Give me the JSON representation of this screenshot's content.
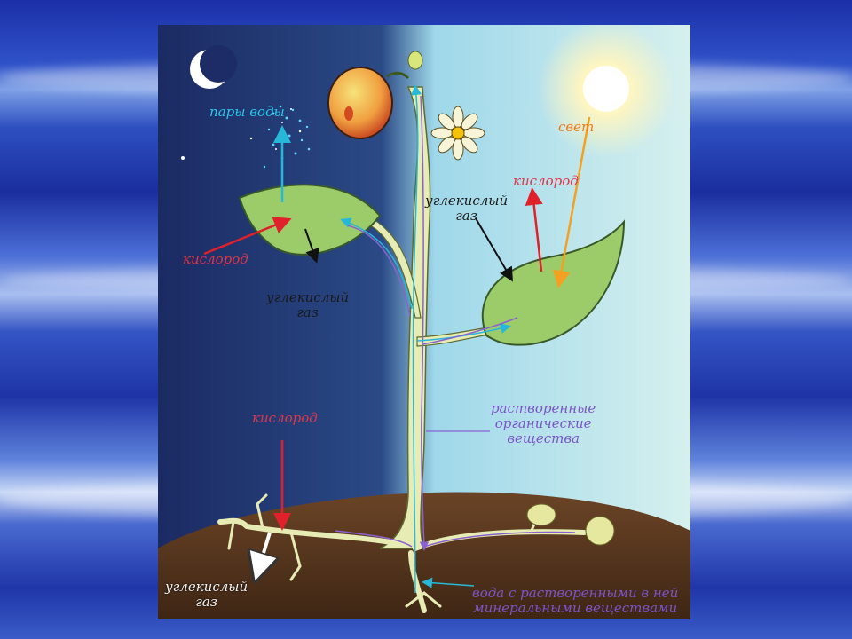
{
  "diagram": {
    "labels": {
      "water_vapor": "пары воды",
      "oxygen_night": "кислород",
      "co2_night": "углекислый\nгаз",
      "co2_day": "углекислый\nгаз",
      "light": "свет",
      "oxygen_day": "кислород",
      "oxygen_soil": "кислород",
      "organic": "растворенные\nорганические\nвещества",
      "co2_root": "углекислый\nгаз",
      "water_minerals": "вода с растворенными в ней\nминеральными веществами"
    },
    "colors": {
      "night_sky": "#1e2f6e",
      "day_sky": "#bfe8f2",
      "soil": "#5a3a22",
      "leaf": "#9ccc6a",
      "stem": "#e6ecb4",
      "red_arrow": "#e0202a",
      "cyan_arrow": "#26b8d8",
      "orange_arrow": "#f5a020",
      "purple_arrow": "#8a62d0"
    },
    "icons": [
      "moon-icon",
      "sun-icon",
      "fruit-icon",
      "flower-icon"
    ]
  }
}
